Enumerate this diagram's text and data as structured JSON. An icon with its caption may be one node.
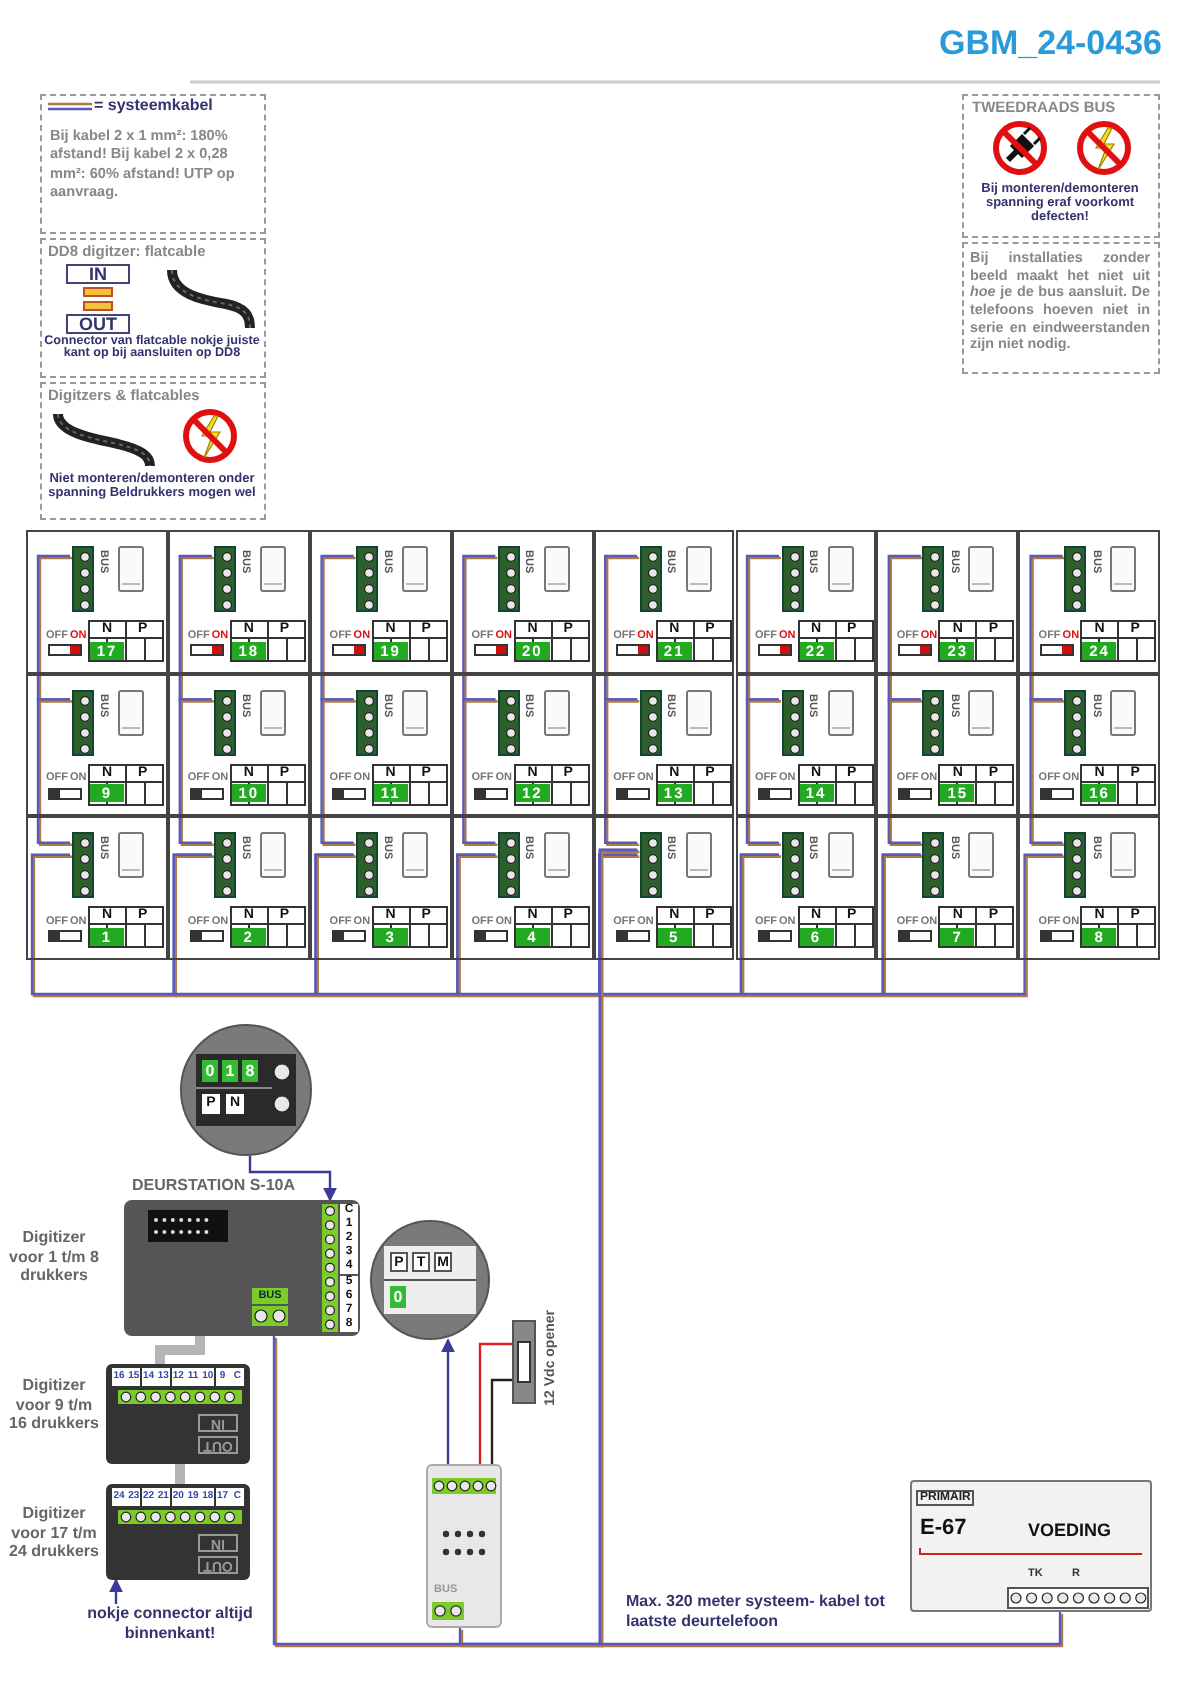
{
  "diagram": {
    "title": "GBM_24-0436",
    "nodes": [
      {
        "text": [
          "Bij kabel 2 x 1 mm²: 180% afstand! Bij kabel 2 x 0,28 mm²: 60% afstand! UTP op aanvraag."
        ]
      },
      {
        "text": [
          "DD8 digitzer: flatcable",
          "IN",
          "OUT",
          "Connector van flatcable nokje juiste kant op bij aansluiten op DD8"
        ]
      },
      {
        "text": [
          "Digitzers & flatcables",
          "Niet monteren/demonteren onder spanning Beldrukkers mogen wel"
        ]
      },
      {
        "text": [
          "TWEEDRAADS BUS",
          "Bij monteren/demonteren spanning eraf voorkomt defecten!"
        ]
      },
      {
        "text": [
          "Bij installaties zonder beeld maakt het niet uit *hoe* je de bus aansluit. De telefoons hoeven niet in serie en eindweerstanden zijn niet nodig."
        ]
      },
      {
        "text": [
          "BUS",
          "OFF",
          "ON",
          "N",
          "P",
          "17"
        ]
      },
      {
        "text": [
          "BUS",
          "OFF",
          "ON",
          "N",
          "P",
          "18"
        ]
      },
      {
        "text": [
          "BUS",
          "OFF",
          "ON",
          "N",
          "P",
          "19"
        ]
      },
      {
        "text": [
          "BUS",
          "OFF",
          "ON",
          "N",
          "P",
          "20"
        ]
      },
      {
        "text": [
          "BUS",
          "OFF",
          "ON",
          "N",
          "P",
          "21"
        ]
      },
      {
        "text": [
          "BUS",
          "OFF",
          "ON",
          "N",
          "P",
          "22"
        ]
      },
      {
        "text": [
          "BUS",
          "OFF",
          "ON",
          "N",
          "P",
          "23"
        ]
      },
      {
        "text": [
          "BUS",
          "OFF",
          "ON",
          "N",
          "P",
          "24"
        ]
      },
      {
        "text": [
          "BUS",
          "OFF",
          "ON",
          "N",
          "P",
          "9"
        ]
      },
      {
        "text": [
          "BUS",
          "OFF",
          "ON",
          "N",
          "P",
          "10"
        ]
      },
      {
        "text": [
          "BUS",
          "OFF",
          "ON",
          "N",
          "P",
          "11"
        ]
      },
      {
        "text": [
          "BUS",
          "OFF",
          "ON",
          "N",
          "P",
          "12"
        ]
      },
      {
        "text": [
          "BUS",
          "OFF",
          "ON",
          "N",
          "P",
          "13"
        ]
      },
      {
        "text": [
          "BUS",
          "OFF",
          "ON",
          "N",
          "P",
          "14"
        ]
      },
      {
        "text": [
          "BUS",
          "OFF",
          "ON",
          "N",
          "P",
          "15"
        ]
      },
      {
        "text": [
          "BUS",
          "OFF",
          "ON",
          "N",
          "P",
          "16"
        ]
      },
      {
        "text": [
          "BUS",
          "OFF",
          "ON",
          "N",
          "P",
          "1"
        ]
      },
      {
        "text": [
          "BUS",
          "OFF",
          "ON",
          "N",
          "P",
          "2"
        ]
      },
      {
        "text": [
          "BUS",
          "OFF",
          "ON",
          "N",
          "P",
          "3"
        ]
      },
      {
        "text": [
          "BUS",
          "OFF",
          "ON",
          "N",
          "P",
          "4"
        ]
      },
      {
        "text": [
          "BUS",
          "OFF",
          "ON",
          "N",
          "P",
          "5"
        ]
      },
      {
        "text": [
          "BUS",
          "OFF",
          "ON",
          "N",
          "P",
          "6"
        ]
      },
      {
        "text": [
          "BUS",
          "OFF",
          "ON",
          "N",
          "P",
          "7"
        ]
      },
      {
        "text": [
          "BUS",
          "OFF",
          "ON",
          "N",
          "P",
          "8"
        ]
      },
      {
        "text": [],
        "shape": "box",
        "in": 5
      },
      {
        "text": [],
        "shape": "box",
        "in": 6
      },
      {
        "text": [],
        "shape": "box",
        "in": 7
      },
      {
        "text": [],
        "shape": "box",
        "in": 8
      },
      {
        "text": [],
        "shape": "box",
        "in": 9
      },
      {
        "text": [],
        "shape": "box",
        "in": 10
      },
      {
        "text": [],
        "shape": "box",
        "in": 11
      },
      {
        "text": [],
        "shape": "box",
        "in": 12
      },
      {
        "text": [],
        "shape": "box",
        "in": 13
      },
      {
        "text": [],
        "shape": "box",
        "in": 14
      },
      {
        "text": [],
        "shape": "box",
        "in": 15
      },
      {
        "text": [],
        "shape": "box",
        "in": 16
      },
      {
        "text": [],
        "shape": "box",
        "in": 17
      },
      {
        "text": [],
        "shape": "box",
        "in": 18
      },
      {
        "text": [],
        "shape": "box",
        "in": 19
      },
      {
        "text": [],
        "shape": "box",
        "in": 20
      },
      {
        "text": [],
        "shape": "box",
        "in": 21
      },
      {
        "text": [],
        "shape": "box",
        "in": 22
      },
      {
        "text": [],
        "shape": "box",
        "in": 23
      },
      {
        "text": [],
        "shape": "box",
        "in": 24
      },
      {
        "text": [],
        "shape": "box",
        "in": 25
      },
      {
        "text": [],
        "shape": "box",
        "in": 26
      },
      {
        "text": [],
        "shape": "box",
        "in": 27
      },
      {
        "text": [],
        "shape": "box",
        "in": 28
      },
      {
        "text": [
          "0",
          "1",
          "8",
          "P",
          "N"
        ]
      },
      {
        "text": [
          "DEURSTATION S-10A",
          "C",
          "1",
          "2",
          "3",
          "4",
          "5",
          "6",
          "7",
          "8",
          "BUS"
        ]
      },
      {
        "text": [
          "16",
          "15",
          "14",
          "13",
          "12",
          "11",
          "10",
          "9",
          "C",
          "IN",
          "OUT"
        ]
      },
      {
        "text": [
          "24",
          "23",
          "22",
          "21",
          "20",
          "19",
          "18",
          "17",
          "C",
          "IN",
          "OUT"
        ]
      },
      {
        "text": [
          "nokje connector altijd binnenkant!"
        ]
      },
      {
        "text": [
          "P",
          "T",
          "M",
          "0"
        ]
      },
      {
        "text": [
          "12 Vdc opener"
        ]
      },
      {
        "text": [
          "BUS"
        ]
      },
      {
        "text": [
          "PRIMAIR",
          "E-67",
          "VOEDING",
          "TK",
          "R"
        ]
      }
    ],
    "edges": [
      {
        "from": 29,
        "to": 37,
        "arrow": "none"
      },
      {
        "from": 37,
        "to": 45,
        "arrow": "none"
      },
      {
        "from": 30,
        "to": 38,
        "arrow": "none"
      },
      {
        "from": 38,
        "to": 46,
        "arrow": "none"
      },
      {
        "from": 31,
        "to": 39,
        "arrow": "none"
      },
      {
        "from": 39,
        "to": 47,
        "arrow": "none"
      },
      {
        "from": 32,
        "to": 40,
        "arrow": "none"
      },
      {
        "from": 40,
        "to": 48,
        "arrow": "none"
      },
      {
        "from": 33,
        "to": 41,
        "arrow": "none"
      },
      {
        "from": 41,
        "to": 49,
        "arrow": "none"
      },
      {
        "from": 34,
        "to": 42,
        "arrow": "none"
      },
      {
        "from": 42,
        "to": 50,
        "arrow": "none"
      },
      {
        "from": 35,
        "to": 43,
        "arrow": "none"
      },
      {
        "from": 43,
        "to": 51,
        "arrow": "none"
      },
      {
        "from": 36,
        "to": 44,
        "arrow": "none"
      },
      {
        "from": 44,
        "to": 52,
        "arrow": "none"
      },
      {
        "from": 45,
        "to": 46,
        "arrow": "none"
      },
      {
        "from": 46,
        "to": 47,
        "arrow": "none"
      },
      {
        "from": 47,
        "to": 48,
        "arrow": "none"
      },
      {
        "from": 48,
        "to": 49,
        "arrow": "none"
      },
      {
        "from": 49,
        "to": 50,
        "arrow": "none"
      },
      {
        "from": 50,
        "to": 51,
        "arrow": "none"
      },
      {
        "from": 51,
        "to": 52,
        "arrow": "none"
      },
      {
        "from": 49,
        "to": 54,
        "arrow": "none"
      },
      {
        "from": 49,
        "to": 60,
        "arrow": "none"
      },
      {
        "from": 49,
        "to": 61,
        "arrow": "none"
      },
      {
        "from": 54,
        "to": 55,
        "arrow": "none",
        "style": "thick",
        "color": "#b5b5b5"
      },
      {
        "from": 55,
        "to": 56,
        "arrow": "none",
        "style": "thick",
        "color": "#b5b5b5"
      },
      {
        "from": 57,
        "to": 56,
        "arrow": "to",
        "color": "#3a3a9a"
      },
      {
        "from": 53,
        "to": 54,
        "arrow": "to",
        "color": "#3a3a9a"
      },
      {
        "from": 60,
        "to": 58,
        "arrow": "to",
        "color": "#3a3a9a"
      },
      {
        "from": 60,
        "to": 59,
        "arrow": "none",
        "color": "#e02020"
      },
      {
        "from": 60,
        "to": 59,
        "arrow": "none",
        "color": "#222222"
      }
    ],
    "labels": [
      "Digitizer voor 1 t/m 8 drukkers",
      "Digitizer voor 9 t/m 16 drukkers",
      "Digitizer voor 17 t/m 24 drukkers",
      "Max. 320 meter systeem- kabel tot laatste deurtelefoon"
    ],
    "legend": [
      {
        "text": "= systeemkabel"
      }
    ]
  }
}
